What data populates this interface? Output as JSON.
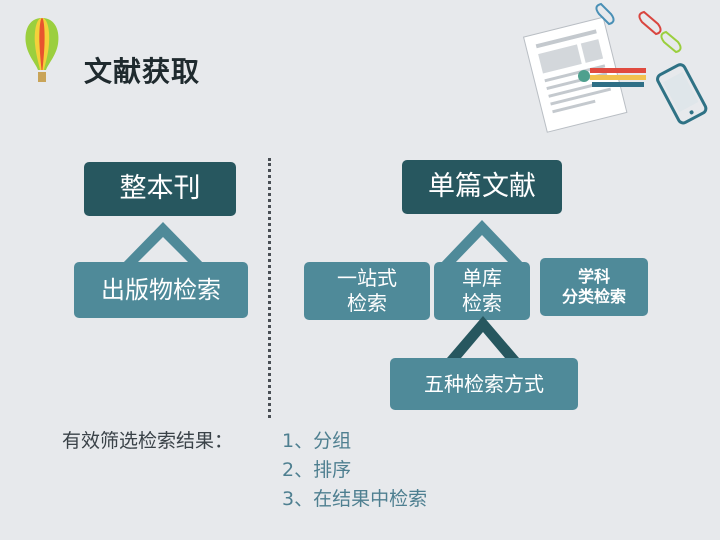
{
  "page_title": "文献获取",
  "left": {
    "top_box": "整本刊",
    "bottom_box": "出版物检索"
  },
  "right": {
    "top_box": "单篇文献",
    "box_onestop": "一站式\n检索",
    "box_single_db": "单库\n检索",
    "box_subject": "学科\n分类检索",
    "box_five_methods": "五种检索方式"
  },
  "filter": {
    "label": "有效筛选检索结果：",
    "items": [
      "1、分组",
      "2、排序",
      "3、在结果中检索"
    ]
  },
  "colors": {
    "dark_box": "#27575f",
    "mid_box": "#4f8a99",
    "background": "#e7e9ec"
  }
}
